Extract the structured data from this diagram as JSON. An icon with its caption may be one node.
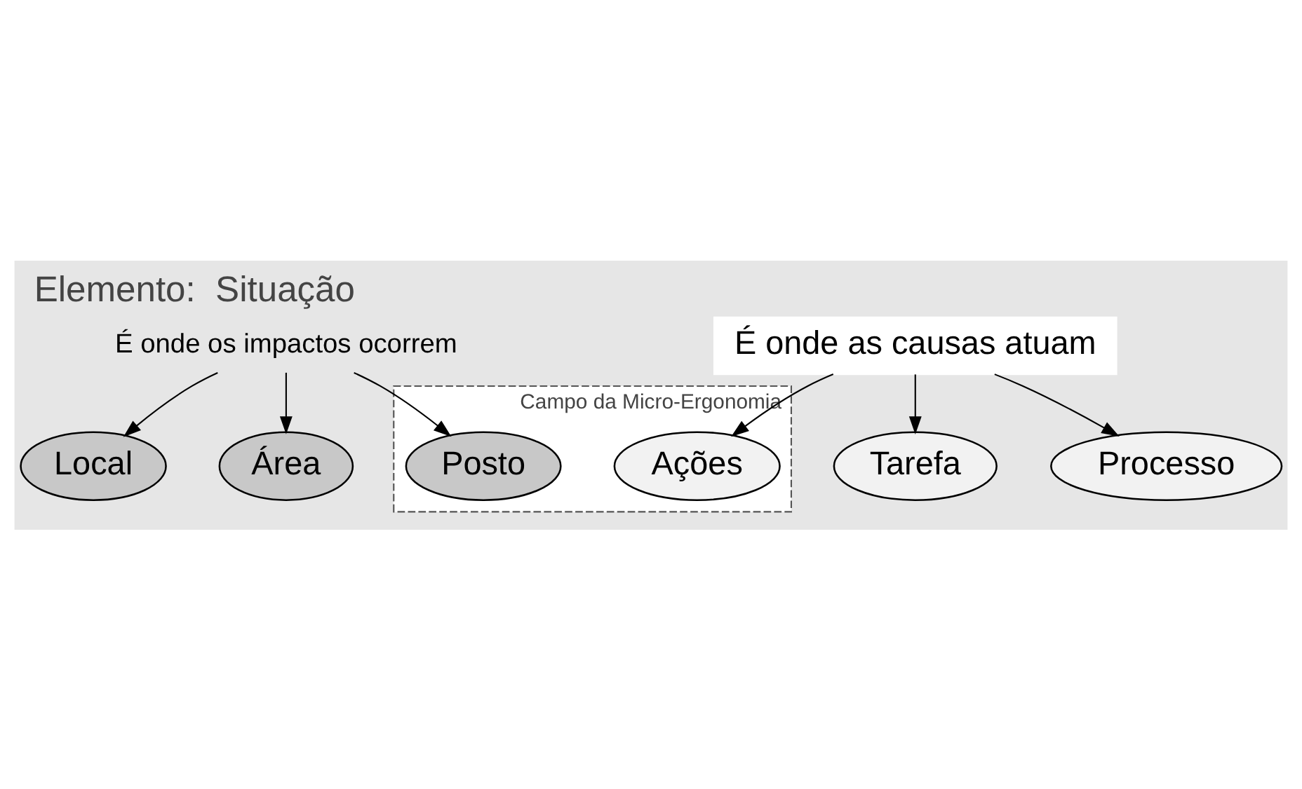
{
  "diagram": {
    "title": "Elemento:  Situação",
    "nodes": [
      {
        "text": [
          "Local"
        ]
      },
      {
        "text": [
          "É onde os impactos ocorrem"
        ]
      },
      {
        "text": [
          "Área"
        ]
      },
      {
        "text": [
          "Campo da Micro-Ergonomia"
        ]
      },
      {
        "text": [
          "Posto"
        ],
        "in": 3
      },
      {
        "text": [
          "Ações"
        ],
        "in": 3
      },
      {
        "text": [
          "É onde as causas atuam"
        ]
      },
      {
        "text": [
          "Tarefa"
        ]
      },
      {
        "text": [
          "Processo"
        ]
      }
    ],
    "edges": [
      {
        "from": 1,
        "to": 0,
        "arrow": "to"
      },
      {
        "from": 1,
        "to": 2,
        "arrow": "to"
      },
      {
        "from": 1,
        "to": 4,
        "arrow": "to"
      },
      {
        "from": 6,
        "to": 5,
        "arrow": "to"
      },
      {
        "from": 6,
        "to": 7,
        "arrow": "to"
      },
      {
        "from": 6,
        "to": 8,
        "arrow": "to"
      }
    ]
  }
}
